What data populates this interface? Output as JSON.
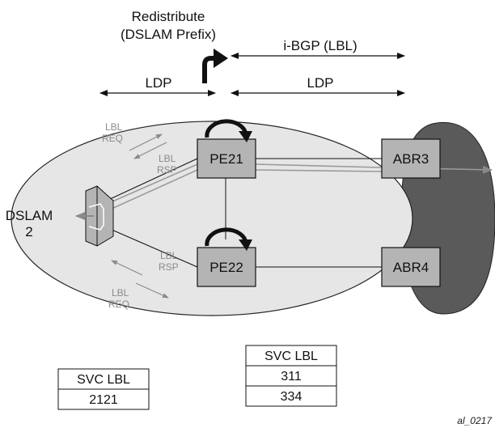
{
  "top": {
    "redistribute_line1": "Redistribute",
    "redistribute_line2": "(DSLAM Prefix)",
    "ibgp_label": "i-BGP (LBL)",
    "ldp_left": "LDP",
    "ldp_right": "LDP"
  },
  "nodes": {
    "pe21": "PE21",
    "pe22": "PE22",
    "abr3": "ABR3",
    "abr4": "ABR4",
    "dslam_line1": "DSLAM",
    "dslam_line2": "2"
  },
  "label_msgs": {
    "upper_req_line1": "LBL",
    "upper_req_line2": "REQ",
    "upper_rsp_line1": "LBL",
    "upper_rsp_line2": "RSP",
    "lower_rsp_line1": "LBL",
    "lower_rsp_line2": "RSP",
    "lower_req_line1": "LBL",
    "lower_req_line2": "REQ"
  },
  "tables": {
    "left": {
      "header": "SVC LBL",
      "rows": [
        "2121"
      ]
    },
    "right": {
      "header": "SVC LBL",
      "rows": [
        "311",
        "334"
      ]
    }
  },
  "figure_id": "al_0217",
  "colors": {
    "area_fill": "#e6e6e6",
    "dark_area": "#5a5a5a",
    "node_fill": "#b4b4b4",
    "gray_arrow": "#8a8a8a"
  }
}
